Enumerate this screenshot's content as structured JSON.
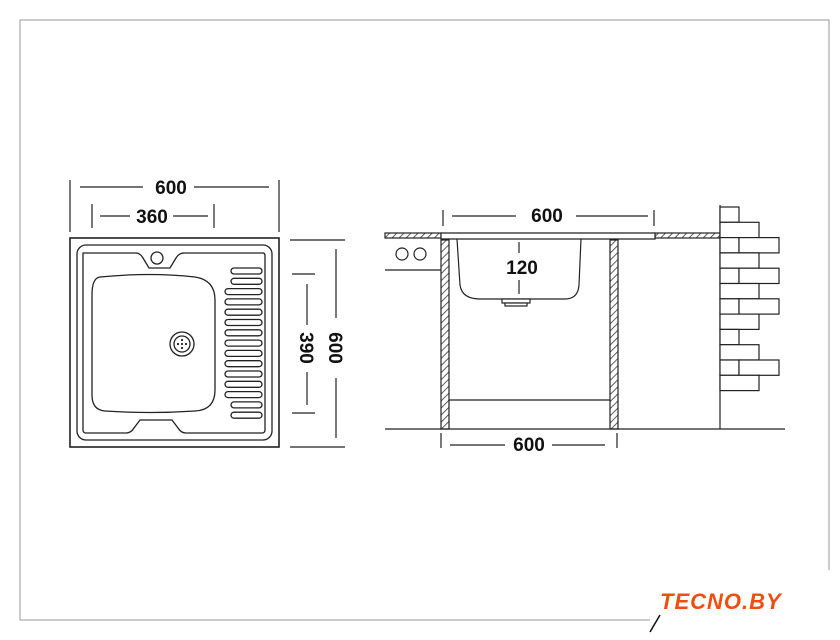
{
  "top_view": {
    "width_label": "600",
    "bowl_width_label": "360",
    "depth_label": "600",
    "bowl_depth_label": "390"
  },
  "side_view": {
    "sink_width_label": "600",
    "bowl_depth_label": "120",
    "cabinet_width_label": "600"
  },
  "logo": {
    "text": "TECNO.BY",
    "color": "#f04e0f"
  }
}
